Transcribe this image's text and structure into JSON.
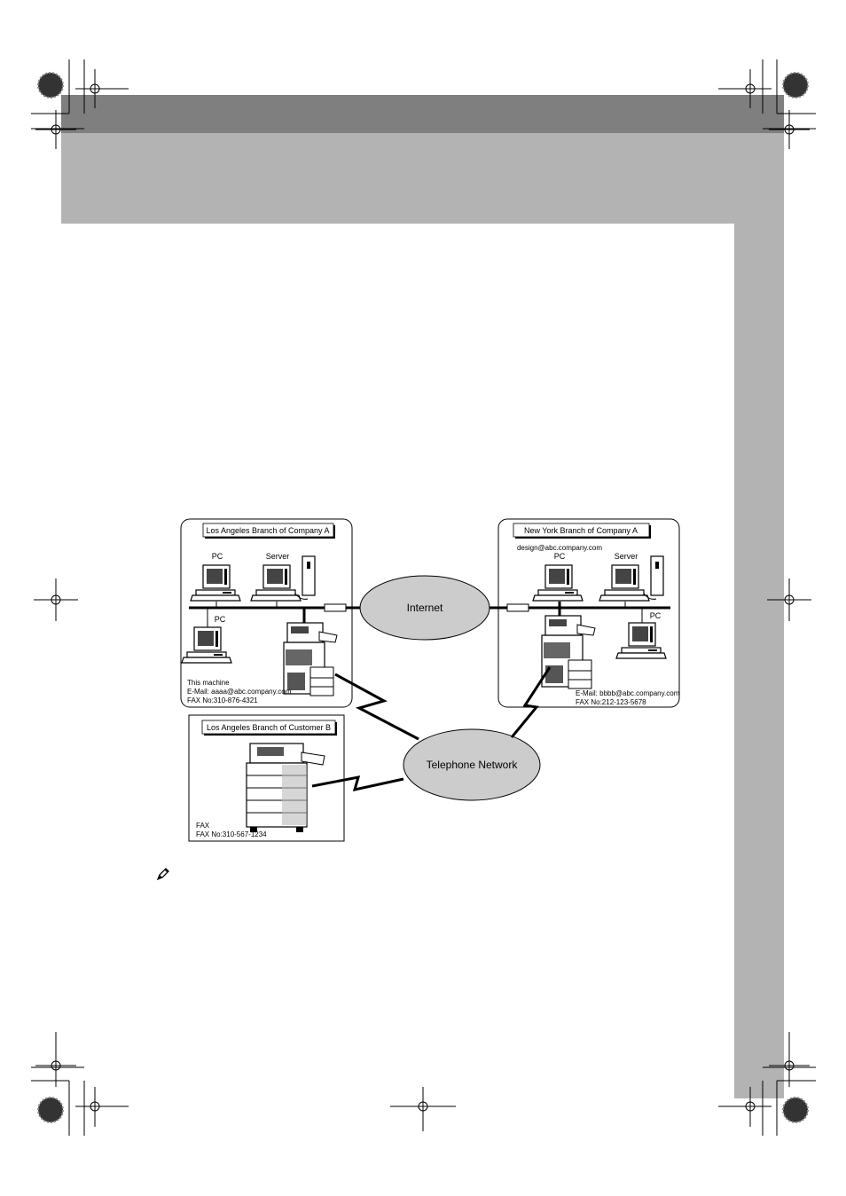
{
  "diagram": {
    "la_branch_a": {
      "title": "Los Angeles Branch of Company A",
      "pc_label_1": "PC",
      "server_label": "Server",
      "pc_label_2": "PC",
      "machine_line1": "This machine",
      "machine_line2": "E-Mail:  aaaa@abc.company.com",
      "machine_line3": "FAX No:310-876-4321"
    },
    "ny_branch_a": {
      "title": "New York Branch of Company A",
      "email_top": "design@abc.company.com",
      "pc_label_1": "PC",
      "server_label": "Server",
      "pc_label_2": "PC",
      "email_line": "E-Mail:  bbbb@abc.company.com",
      "fax_line": "FAX No:212-123-5678"
    },
    "la_branch_b": {
      "title": "Los Angeles Branch of Customer B",
      "fax_label": "FAX",
      "fax_line": "FAX No:310-567-1234"
    },
    "internet_label": "Internet",
    "telephone_label": "Telephone Network"
  },
  "note_icon": "pencil-note-icon"
}
